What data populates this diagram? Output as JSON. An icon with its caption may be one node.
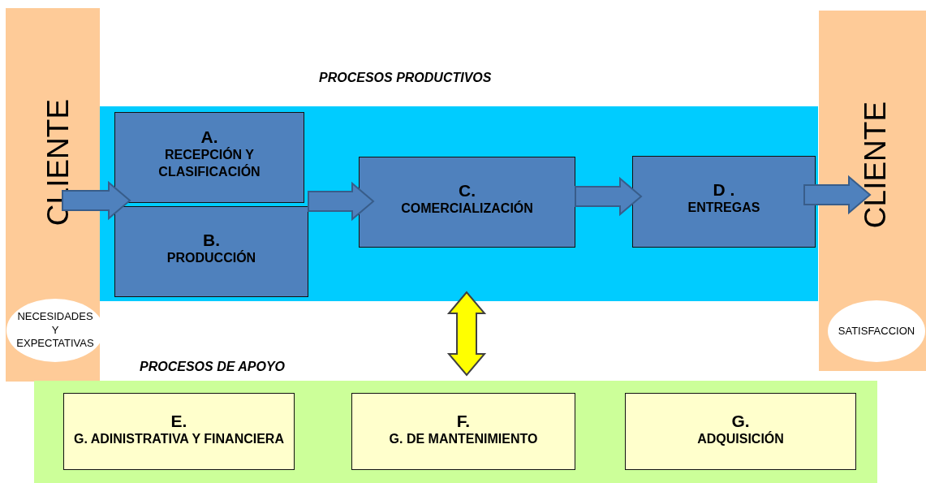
{
  "diagram": {
    "nodes": [
      {
        "text": [
          "CLIENTE"
        ]
      },
      {
        "text": [
          "NECESIDADES Y EXPECTATIVAS"
        ],
        "in": 0
      },
      {
        "text": [
          "PROCESOS PRODUCTIVOS"
        ]
      },
      {
        "text": [
          "A.",
          "RECEPCIÓN Y CLASIFICACIÓN"
        ],
        "in": 2
      },
      {
        "text": [
          "B.",
          "PRODUCCIÓN"
        ],
        "in": 2
      },
      {
        "text": [
          "C.",
          "COMERCIALIZACIÓN"
        ],
        "in": 2
      },
      {
        "text": [
          "D .",
          "ENTREGAS"
        ],
        "in": 2
      },
      {
        "text": [
          "CLIENTE"
        ]
      },
      {
        "text": [
          "SATISFACCION"
        ],
        "in": 7
      },
      {
        "text": [
          "PROCESOS DE APOYO"
        ]
      },
      {
        "text": [
          "E.",
          "G. ADINISTRATIVA Y FINANCIERA"
        ],
        "in": 9
      },
      {
        "text": [
          "F.",
          "G. DE MANTENIMIENTO"
        ],
        "in": 9
      },
      {
        "text": [
          "G.",
          "ADQUISICIÓN"
        ],
        "in": 9
      }
    ],
    "edges": [
      {
        "from": 0,
        "to": 3,
        "arrow": "to"
      },
      {
        "from": 0,
        "to": 4,
        "arrow": "to"
      },
      {
        "from": 3,
        "to": 5,
        "arrow": "to"
      },
      {
        "from": 4,
        "to": 5,
        "arrow": "to"
      },
      {
        "from": 5,
        "to": 6,
        "arrow": "to"
      },
      {
        "from": 6,
        "to": 7,
        "arrow": "to"
      },
      {
        "from": 2,
        "to": 9,
        "arrow": "both",
        "color": "#ffff00"
      }
    ]
  }
}
